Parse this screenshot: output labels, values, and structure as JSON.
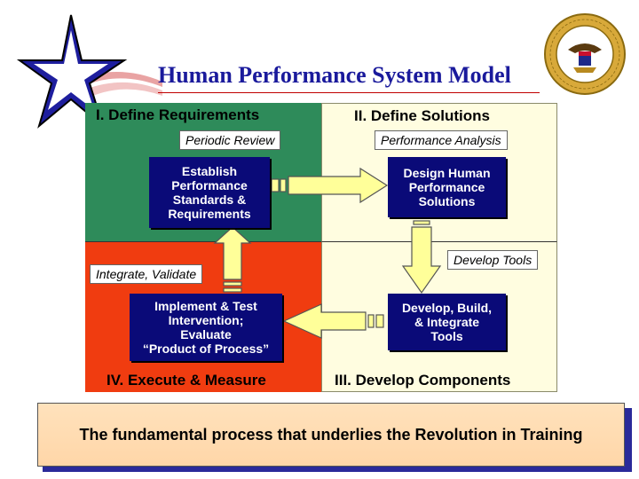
{
  "header": {
    "title": "Human Performance System Model"
  },
  "quadrants": {
    "q1": {
      "title": "I.  Define Requirements",
      "color": "#2e8b5a"
    },
    "q2": {
      "title": "II.  Define Solutions",
      "color": "#fffde0"
    },
    "q3": {
      "title": "III.  Develop Components",
      "color": "#fffde0"
    },
    "q4": {
      "title": "IV. Execute & Measure",
      "color": "#f03c10"
    }
  },
  "notes": {
    "periodic_review": "Periodic Review",
    "performance_analysis": "Performance Analysis",
    "develop_tools": "Develop Tools",
    "integrate_validate": "Integrate, Validate"
  },
  "boxes": {
    "establish": "Establish\nPerformance\nStandards &\nRequirements",
    "design": "Design Human\nPerformance\nSolutions",
    "develop": "Develop, Build,\n& Integrate\nTools",
    "implement": "Implement & Test\nIntervention;\nEvaluate\n“Product of Process”"
  },
  "banner": {
    "text": "The fundamental process that underlies the Revolution in Training"
  },
  "icons": {
    "logo": "star-logo-icon",
    "seal": "navy-seal-icon"
  }
}
